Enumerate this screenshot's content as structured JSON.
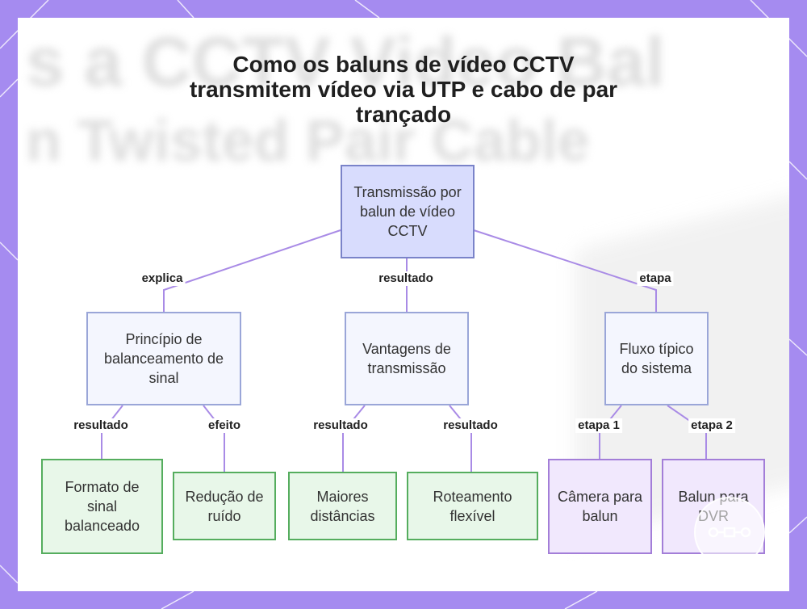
{
  "title": "Como os baluns de vídeo CCTV transmitem vídeo via UTP e cabo de par trançado",
  "background_text": {
    "line1": "s a CCTV Video Bal",
    "line2": "n Twisted Pair Cable"
  },
  "colors": {
    "frame": "#a58bf0",
    "edge": "#a98be6",
    "root_fill": "#d8dcfd",
    "mid_fill": "#f4f6fe",
    "green_fill": "#e8f7e9",
    "purple_fill": "#f1e8fd"
  },
  "nodes": {
    "root": "Transmissão por balun de vídeo CCTV",
    "principle": "Princípio de balanceamento de sinal",
    "advantages": "Vantagens de transmissão",
    "flow": "Fluxo típico do sistema",
    "balanced": "Formato de sinal balanceado",
    "noise": "Redução de ruído",
    "distance": "Maiores distâncias",
    "routing": "Roteamento flexível",
    "camera": "Câmera para balun",
    "dvr": "Balun para DVR"
  },
  "edges": {
    "explica": "explica",
    "resultado_top": "resultado",
    "etapa": "etapa",
    "resultado_1": "resultado",
    "efeito": "efeito",
    "resultado_2": "resultado",
    "resultado_3": "resultado",
    "etapa_1": "etapa 1",
    "etapa_2": "etapa 2"
  },
  "watermark_icon": "logo-icon"
}
